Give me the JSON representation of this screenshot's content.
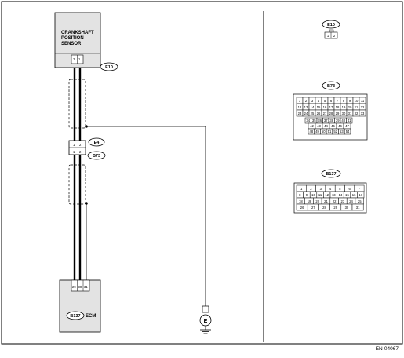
{
  "diagram": {
    "sensor_title": [
      "CRANKSHAFT",
      "POSITION",
      "SENSOR"
    ],
    "sensor_connector": "E10",
    "sensor_pins": [
      "2",
      "1"
    ],
    "intermediate_connector_upper": "E4",
    "intermediate_connector_lower": "B73",
    "intermediate_pins_upper": [
      "1",
      "2"
    ],
    "intermediate_pins_lower": [
      "1",
      "2"
    ],
    "ecm_connector": "B137",
    "ecm_label": "ECM",
    "ecm_pins": [
      "29",
      "30",
      "31"
    ],
    "ground_symbol": "E",
    "code": "EN-04067"
  },
  "connectors": {
    "e10": {
      "label": "E10",
      "pins": [
        "1",
        "2"
      ]
    },
    "b73": {
      "label": "B73",
      "rows": [
        [
          "1",
          "2",
          "3",
          "4",
          "5",
          "6",
          "7",
          "8",
          "9",
          "10",
          "11"
        ],
        [
          "12",
          "13",
          "14",
          "15",
          "16",
          "17",
          "18",
          "19",
          "20",
          "21",
          "22"
        ],
        [
          "23",
          "24",
          "25",
          "26",
          "27",
          "28",
          "29",
          "30",
          "31",
          "32",
          "33"
        ],
        [
          "34",
          "35",
          "36",
          "37",
          "38",
          "39",
          "40",
          "41"
        ],
        [
          "42",
          "43",
          "44",
          "45",
          "46",
          "47"
        ],
        [
          "48",
          "49",
          "50",
          "51",
          "52",
          "53",
          "54"
        ]
      ]
    },
    "b137": {
      "label": "B137",
      "rows": [
        [
          "1",
          "2",
          "3",
          "4",
          "5",
          "6",
          "7"
        ],
        [
          "8",
          "9",
          "10",
          "11",
          "12",
          "13",
          "14",
          "15",
          "16",
          "17"
        ],
        [
          "18",
          "19",
          "20",
          "21",
          "22",
          "23",
          "24",
          "25"
        ],
        [
          "26",
          "27",
          "28",
          "29",
          "30",
          "31"
        ]
      ]
    }
  }
}
